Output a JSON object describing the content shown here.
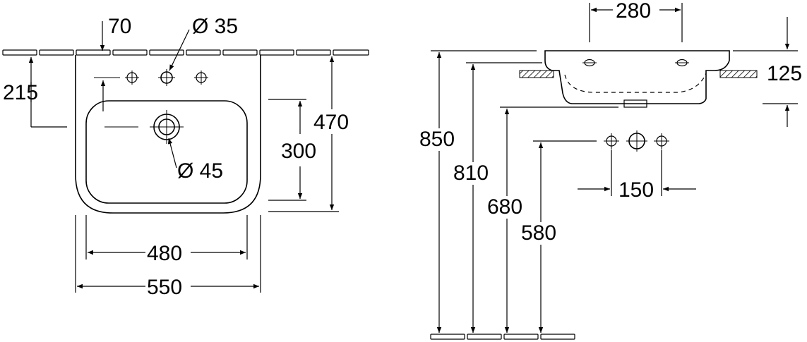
{
  "front_view": {
    "wall_offset": "70",
    "tap_hole_diameter": "Ø 35",
    "overflow_height": "215",
    "drain_diameter": "Ø 45",
    "bowl_depth": "300",
    "total_depth": "470",
    "bowl_width": "480",
    "total_width": "550"
  },
  "side_view": {
    "fixing_distance": "280",
    "basin_height": "125",
    "rim_height": "850",
    "wall_line_height": "810",
    "waste_height": "680",
    "supply_height": "580",
    "supply_spacing": "150"
  }
}
